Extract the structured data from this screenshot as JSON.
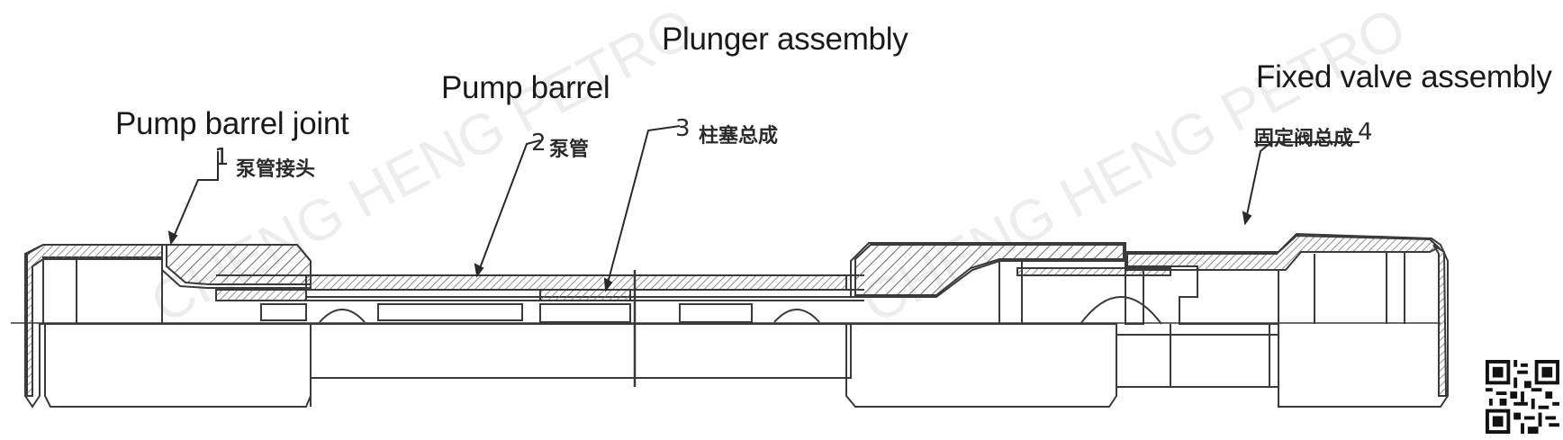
{
  "labels": {
    "plunger_assembly": "Plunger assembly",
    "pump_barrel": "Pump barrel",
    "pump_barrel_joint": "Pump barrel joint",
    "fixed_valve_assembly": "Fixed valve assembly"
  },
  "callouts": [
    {
      "number": "1",
      "text": "泵管接头"
    },
    {
      "number": "2",
      "text": "泵管"
    },
    {
      "number": "3",
      "text": "柱塞总成"
    },
    {
      "number": "4",
      "text": "固定阀总成"
    }
  ],
  "watermark": "CHENG HENG PETRO",
  "colors": {
    "line": "#3a3a3a",
    "hatch": "#6a6a6a",
    "text": "#1a1a1a"
  }
}
